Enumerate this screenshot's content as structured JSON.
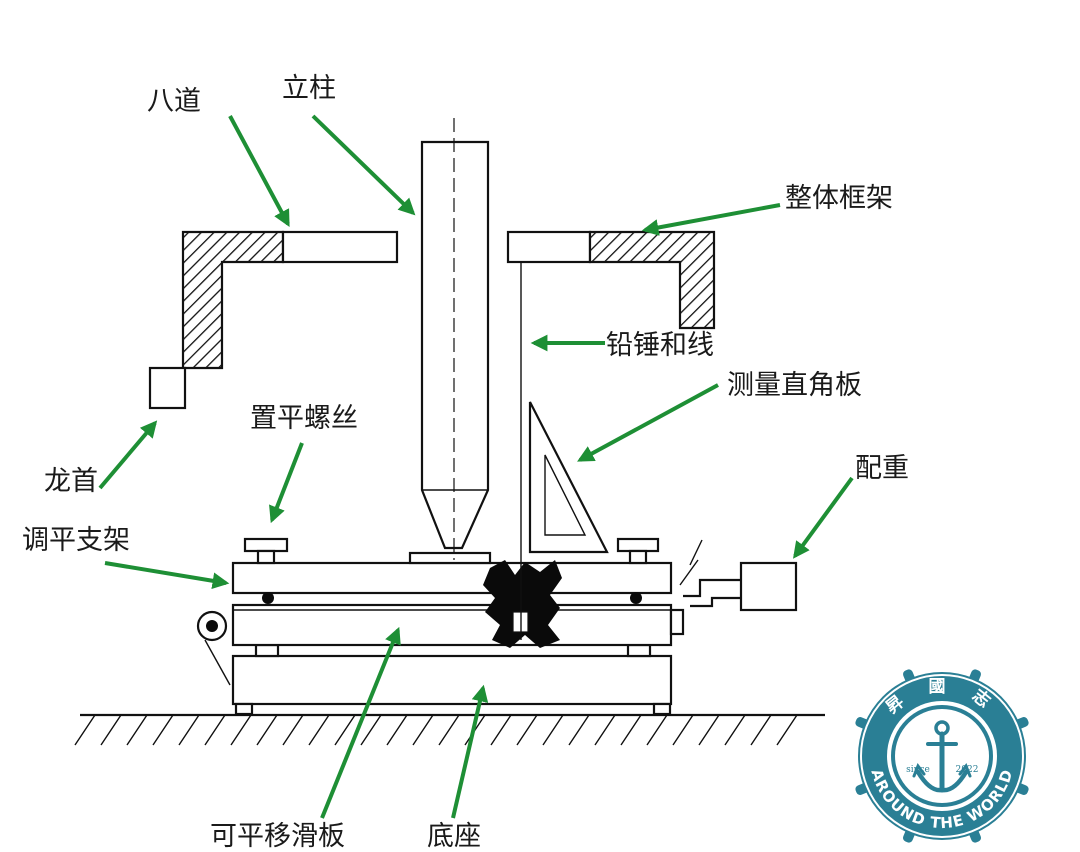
{
  "labels": {
    "badao": "八道",
    "lizhu": "立柱",
    "zhengti_kuangjia": "整体框架",
    "qianchui_he_xian": "铅锤和线",
    "celiang_zhijiaoban": "测量直角板",
    "zhiping_luosi": "置平螺丝",
    "longshou": "龙首",
    "peizhong": "配重",
    "tiaoping_zhijia": "调平支架",
    "keping_yihuaban": "可平移滑板",
    "dizuo": "底座"
  },
  "badge": {
    "top_text": "昇 國 志",
    "since": "since",
    "year": "2022",
    "bottom_text": "AROUND THE WORLD"
  },
  "colors": {
    "arrow": "#1e8f35",
    "line": "#111111",
    "badge_teal": "#2a7f95",
    "badge_ring": "#ffffff"
  }
}
